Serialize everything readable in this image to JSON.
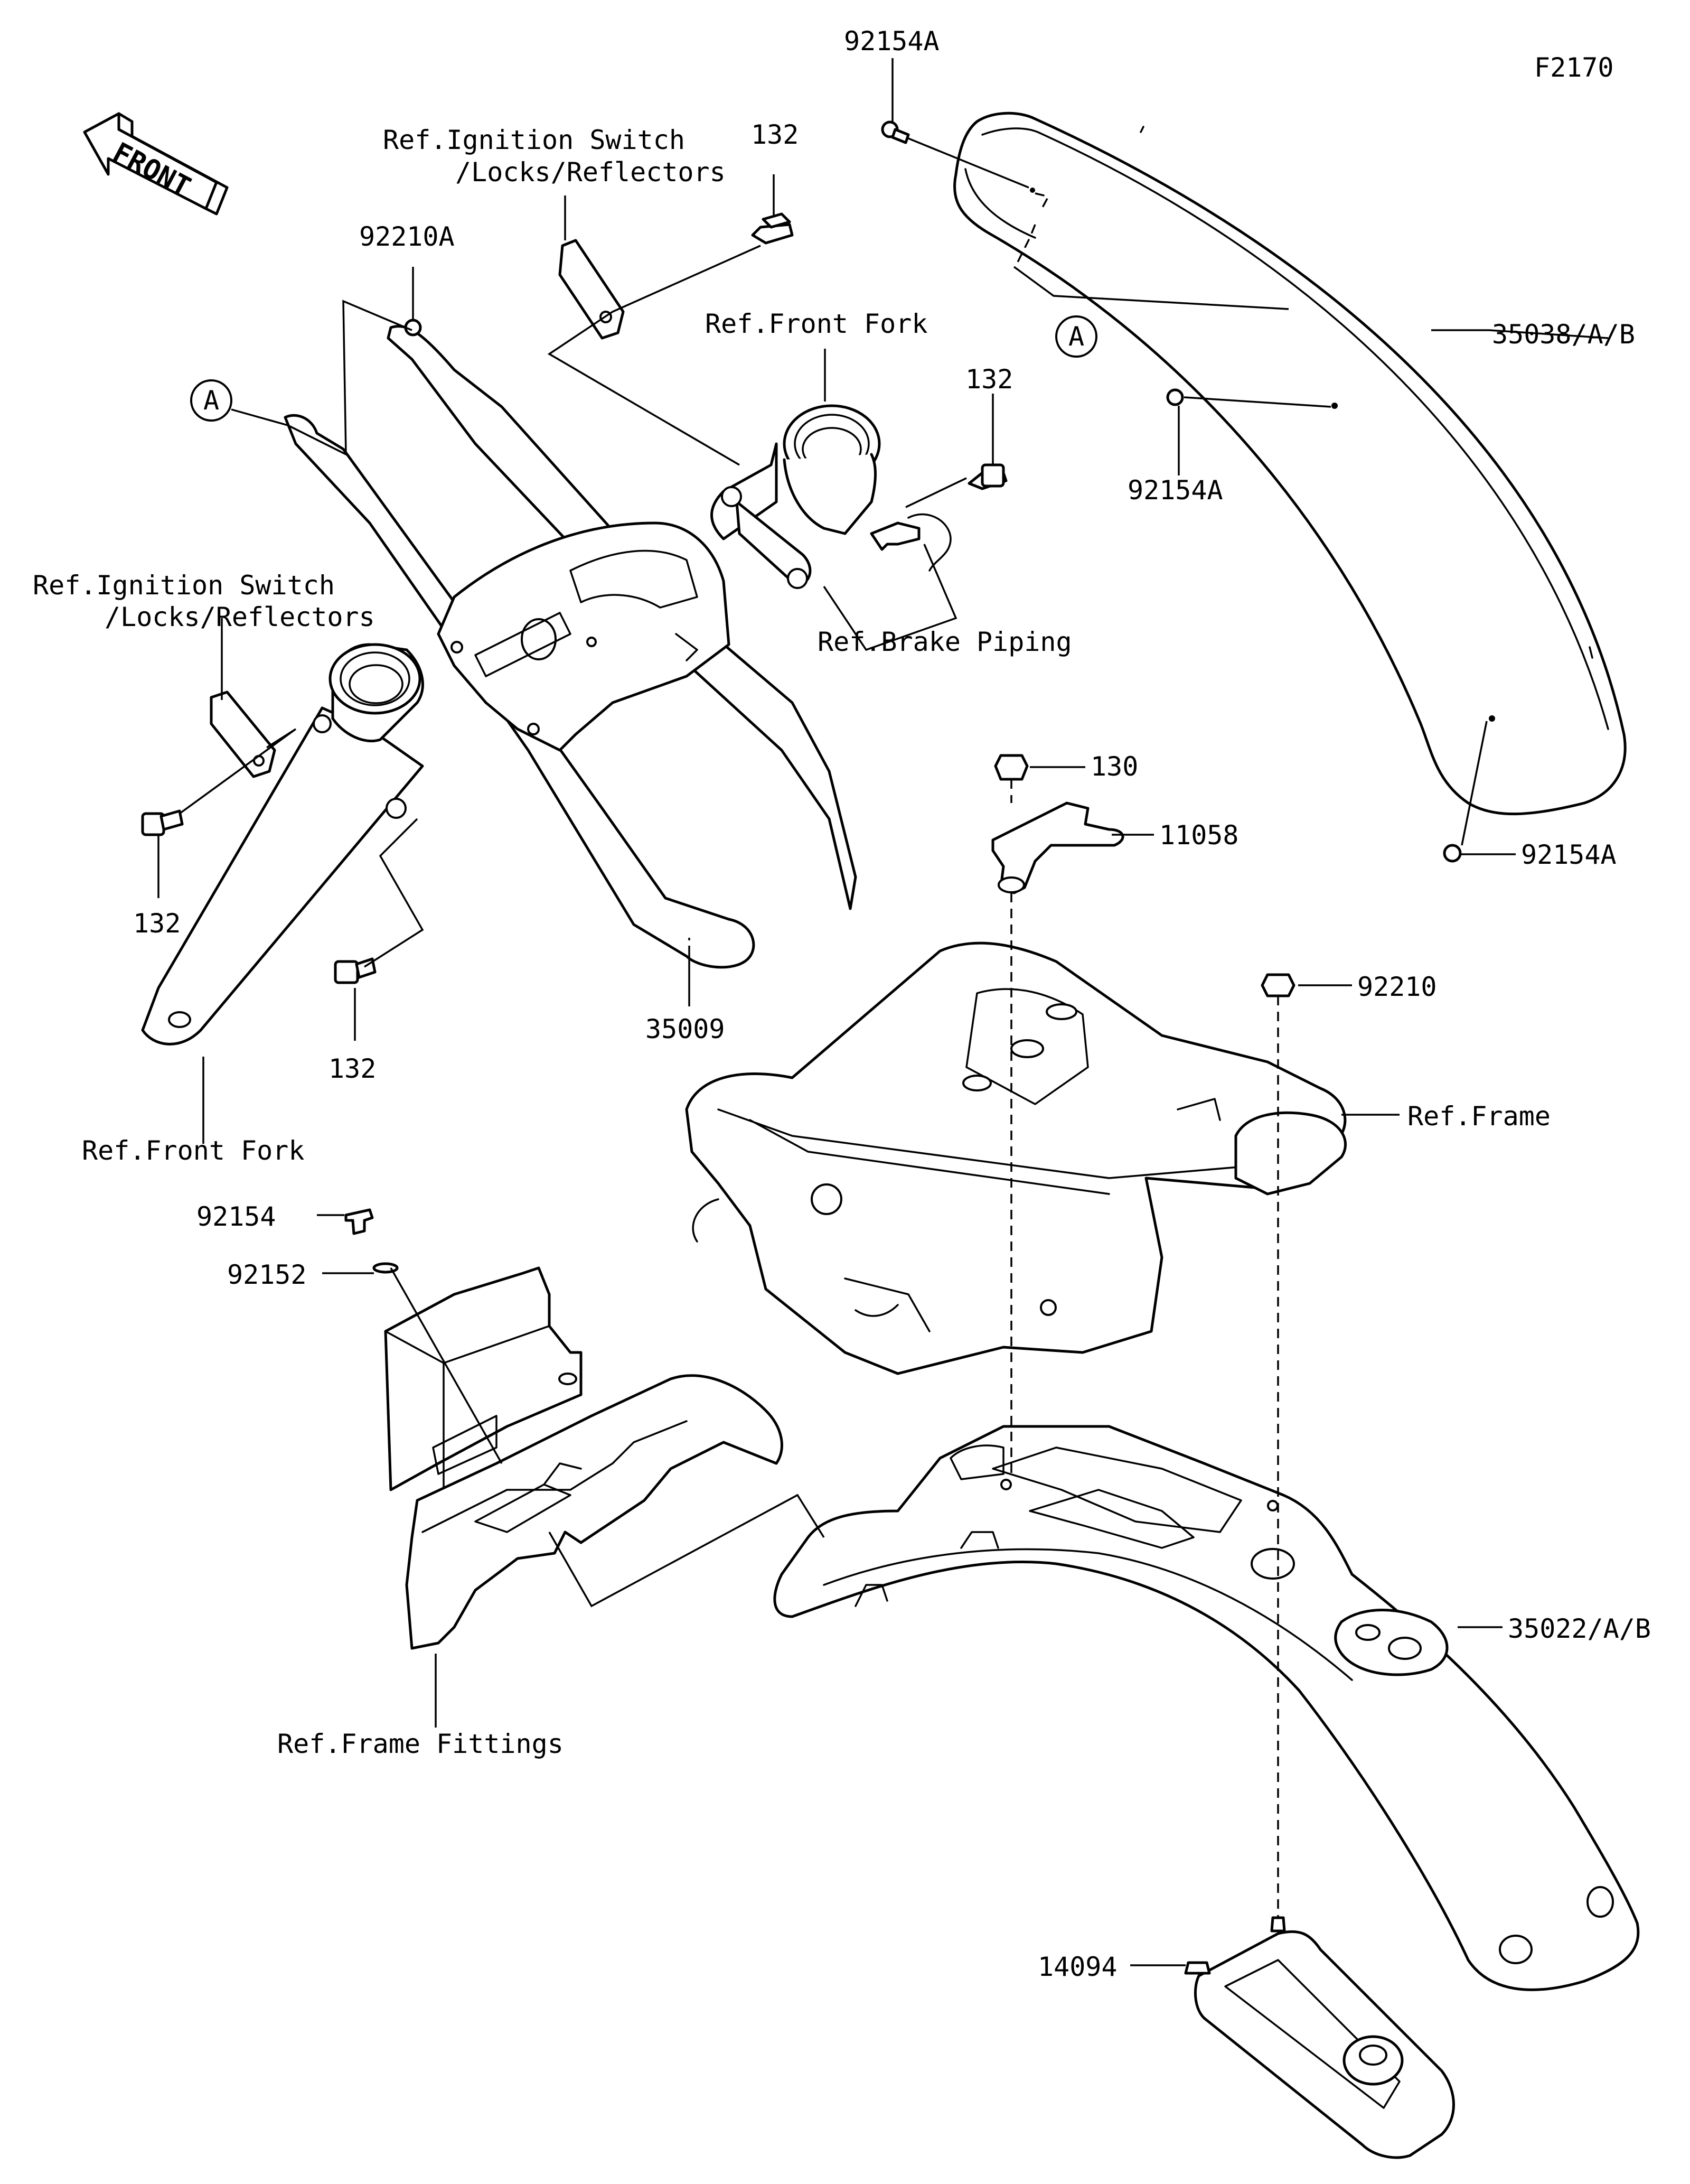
{
  "figure_id": "F2170",
  "front_arrow": {
    "label": "FRONT"
  },
  "callout_marker": "A",
  "labels": {
    "part_92154A_top": "92154A",
    "ref_ignition_switch_top": "Ref.Ignition Switch\n/Locks/Reflectors",
    "part_132_top": "132",
    "part_92210A": "92210A",
    "ref_front_fork_top": "Ref.Front Fork",
    "part_132_mid": "132",
    "part_35038": "35038/A/B",
    "part_92154A_mid": "92154A",
    "ref_brake_piping": "Ref.Brake Piping",
    "ref_ignition_switch_left": "Ref.Ignition Switch\n/Locks/Reflectors",
    "part_132_left": "132",
    "part_132_bottom": "132",
    "part_35009": "35009",
    "ref_front_fork_bottom": "Ref.Front Fork",
    "part_130": "130",
    "part_11058": "11058",
    "part_92154A_bottom": "92154A",
    "part_92210": "92210",
    "ref_frame": "Ref.Frame",
    "part_92154": "92154",
    "part_92152": "92152",
    "ref_frame_fittings": "Ref.Frame Fittings",
    "part_35022": "35022/A/B",
    "part_14094": "14094"
  }
}
